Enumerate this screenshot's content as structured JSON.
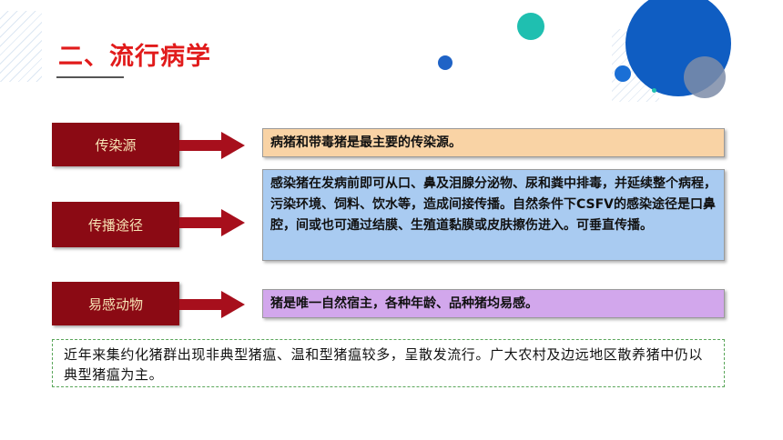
{
  "slide": {
    "title": "二、流行病学",
    "rows": [
      {
        "label": "传染源",
        "content": "病猪和带毒猪是最主要的传染源。"
      },
      {
        "label": "传播途径",
        "content": "感染猪在发病前即可从口、鼻及泪腺分泌物、尿和粪中排毒，并延续整个病程，污染环境、饲料、饮水等，造成间接传播。自然条件下CSFV的感染途径是口鼻腔，间或也可通过结膜、生殖道黏膜或皮肤擦伤进入。可垂直传播。"
      },
      {
        "label": "易感动物",
        "content": "猪是唯一自然宿主，各种年龄、品种猪均易感。"
      }
    ],
    "note": "近年来集约化猪群出现非典型猪瘟、温和型猪瘟较多，呈散发流行。广大农村及边远地区散养猪中仍以典型猪瘟为主。"
  },
  "colors": {
    "title": "#e11b1b",
    "label_bg": "#8b0a14",
    "label_text": "#f7e3b5",
    "arrow": "#a70f1c",
    "box1": "#f9d3a5",
    "box2": "#a9cbf1",
    "box3": "#d2a7ec",
    "note_border": "#5aa65a"
  }
}
